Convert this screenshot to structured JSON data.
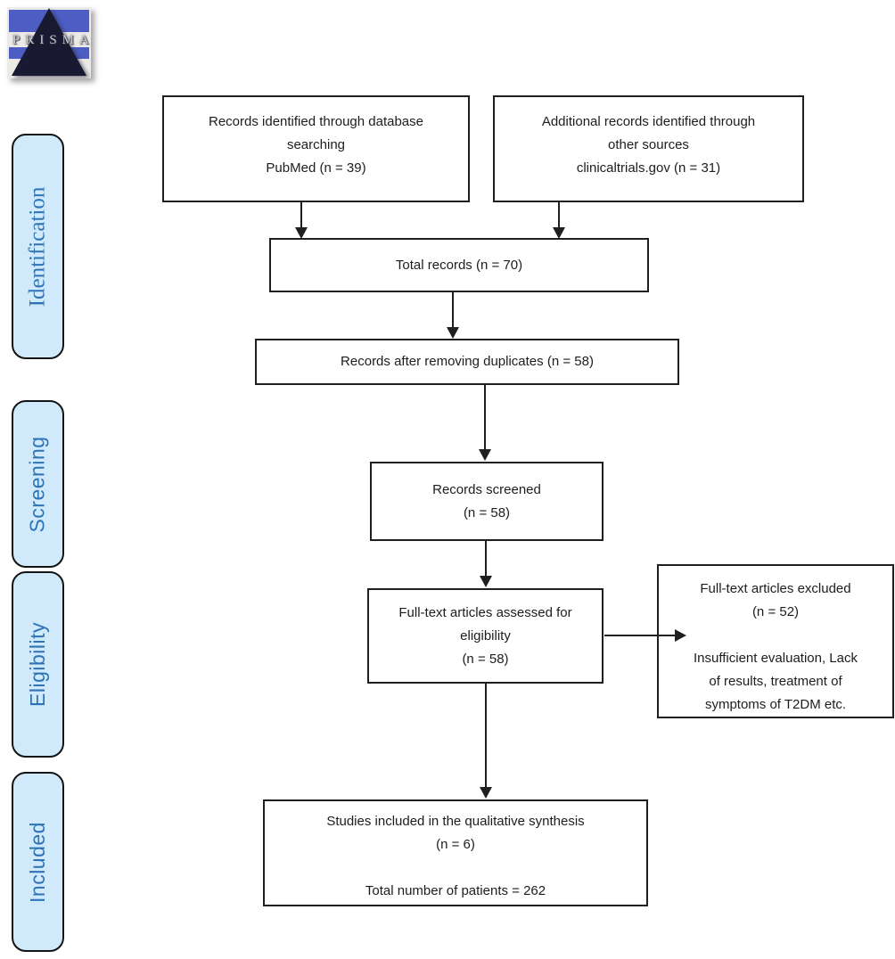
{
  "logo": {
    "label": "PRISMA"
  },
  "sidebar": {
    "stages": [
      {
        "label": "Identification"
      },
      {
        "label": "Screening"
      },
      {
        "label": "Eligibility"
      },
      {
        "label": "Included"
      }
    ]
  },
  "flow": {
    "database": {
      "lines": [
        "Records identified through database",
        "searching",
        "PubMed (n = 39)"
      ]
    },
    "other_sources": {
      "lines": [
        "Additional records identified through",
        "other sources",
        "clinicaltrials.gov (n = 31)"
      ]
    },
    "total": {
      "lines": [
        "Total records (n = 70)"
      ]
    },
    "deduplicated": {
      "lines": [
        "Records after removing duplicates (n = 58)"
      ]
    },
    "screened": {
      "lines": [
        "Records screened",
        "(n = 58)"
      ]
    },
    "fulltext": {
      "lines": [
        "Full-text articles assessed for",
        "eligibility",
        "(n = 58)"
      ]
    },
    "excluded": {
      "header": [
        "Full-text articles excluded",
        "(n = 52)"
      ],
      "reasons": [
        "Insufficient evaluation, Lack",
        "of results, treatment of",
        "symptoms of T2DM etc."
      ]
    },
    "included": {
      "header": [
        "Studies included in the qualitative synthesis",
        "(n = 6)"
      ],
      "footer": [
        "Total number of patients = 262"
      ]
    }
  },
  "colors": {
    "sidebar_fill": "#d0e9fb",
    "sidebar_text": "#2e74b5",
    "logo_stripe": "#4d5dc4",
    "logo_pyramid": "#191931",
    "box_border": "#1f1f1f"
  }
}
